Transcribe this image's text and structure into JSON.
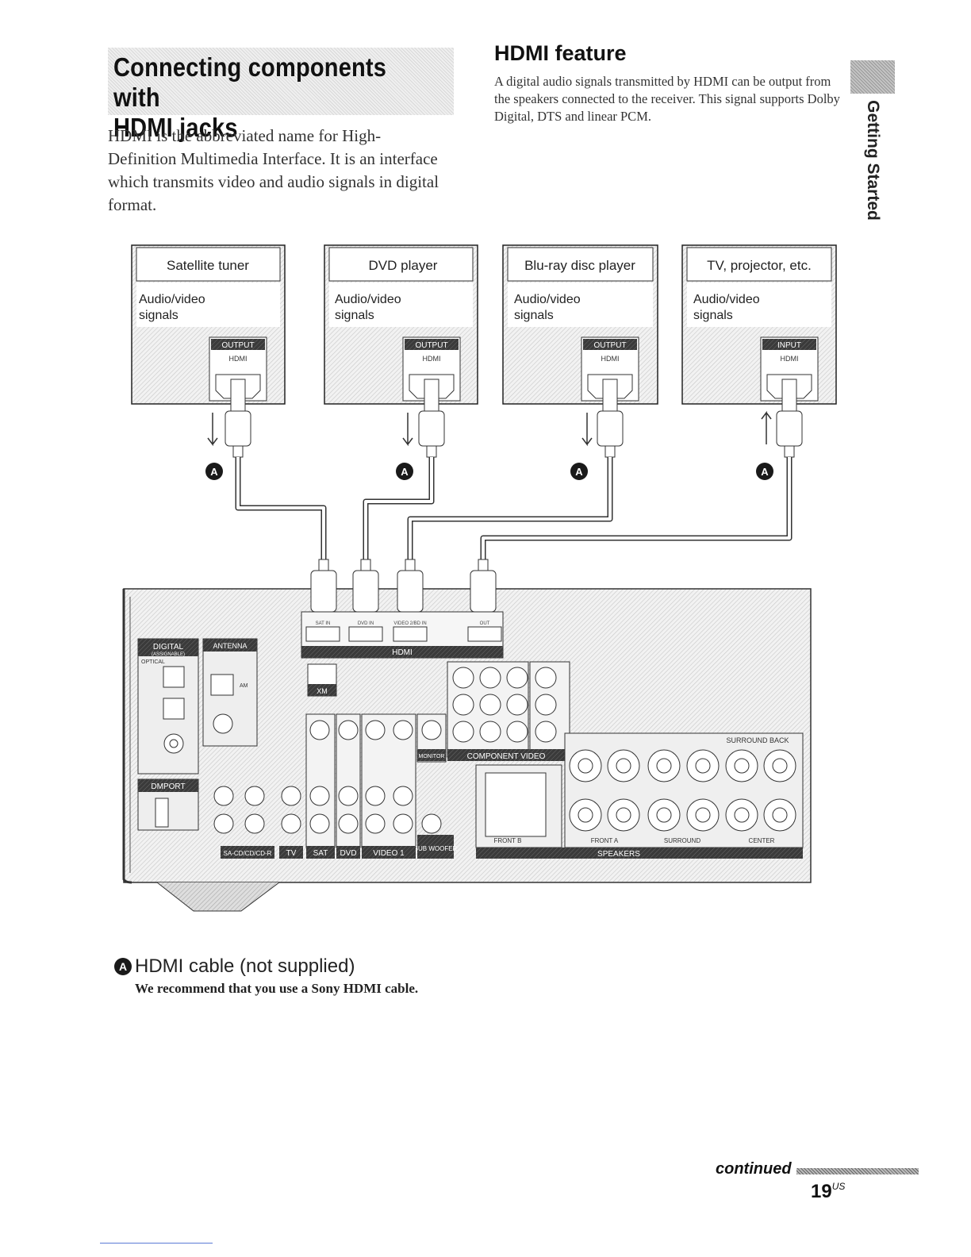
{
  "section": {
    "title_line1": "Connecting components with",
    "title_line2": "HDMI jacks",
    "intro": "HDMI is the abbreviated name for High-Definition Multimedia Interface. It is an interface which transmits video and audio signals in digital format."
  },
  "feature": {
    "title": "HDMI feature",
    "body": "A digital audio signals transmitted by HDMI can be output from the speakers connected to the receiver. This signal supports Dolby Digital, DTS and linear PCM."
  },
  "side_tab": "Getting Started",
  "devices": [
    {
      "name": "Satellite tuner",
      "signal1": "Audio/video",
      "signal2": "signals",
      "port_label": "OUTPUT",
      "jack": "HDMI",
      "marker": "A"
    },
    {
      "name": "DVD player",
      "signal1": "Audio/video",
      "signal2": "signals",
      "port_label": "OUTPUT",
      "jack": "HDMI",
      "marker": "A"
    },
    {
      "name": "Blu-ray disc player",
      "signal1": "Audio/video",
      "signal2": "signals",
      "port_label": "OUTPUT",
      "jack": "HDMI",
      "marker": "A"
    },
    {
      "name": "TV, projector, etc.",
      "signal1": "Audio/video",
      "signal2": "signals",
      "port_label": "INPUT",
      "jack": "HDMI",
      "marker": "A"
    }
  ],
  "receiver": {
    "hdmi_label": "HDMI",
    "hdmi_inputs": [
      "SAT IN",
      "DVD IN",
      "VIDEO 2/BD IN",
      "OUT"
    ],
    "panel_labels": {
      "digital": "DIGITAL",
      "assignable": "(ASSIGNABLE)",
      "optical": "OPTICAL",
      "antenna": "ANTENNA",
      "am": "AM",
      "xm": "XM",
      "dmport": "DMPORT",
      "monitor": "MONITOR",
      "component_video": "COMPONENT VIDEO",
      "speakers": "SPEAKERS",
      "front_b": "FRONT B",
      "front_a": "FRONT A",
      "surround": "SURROUND",
      "center": "CENTER",
      "surround_back": "SURROUND BACK",
      "sub_woofer": "SUB WOOFER",
      "bottom_tags": [
        "SA-CD/CD/CD-R",
        "TV",
        "SAT",
        "DVD",
        "VIDEO 1"
      ]
    }
  },
  "caption": {
    "marker": "A",
    "title": "HDMI cable (not supplied)",
    "note": "We recommend that you use a Sony HDMI cable."
  },
  "footer": {
    "continued": "continued",
    "page": "19",
    "page_suffix": "US"
  }
}
